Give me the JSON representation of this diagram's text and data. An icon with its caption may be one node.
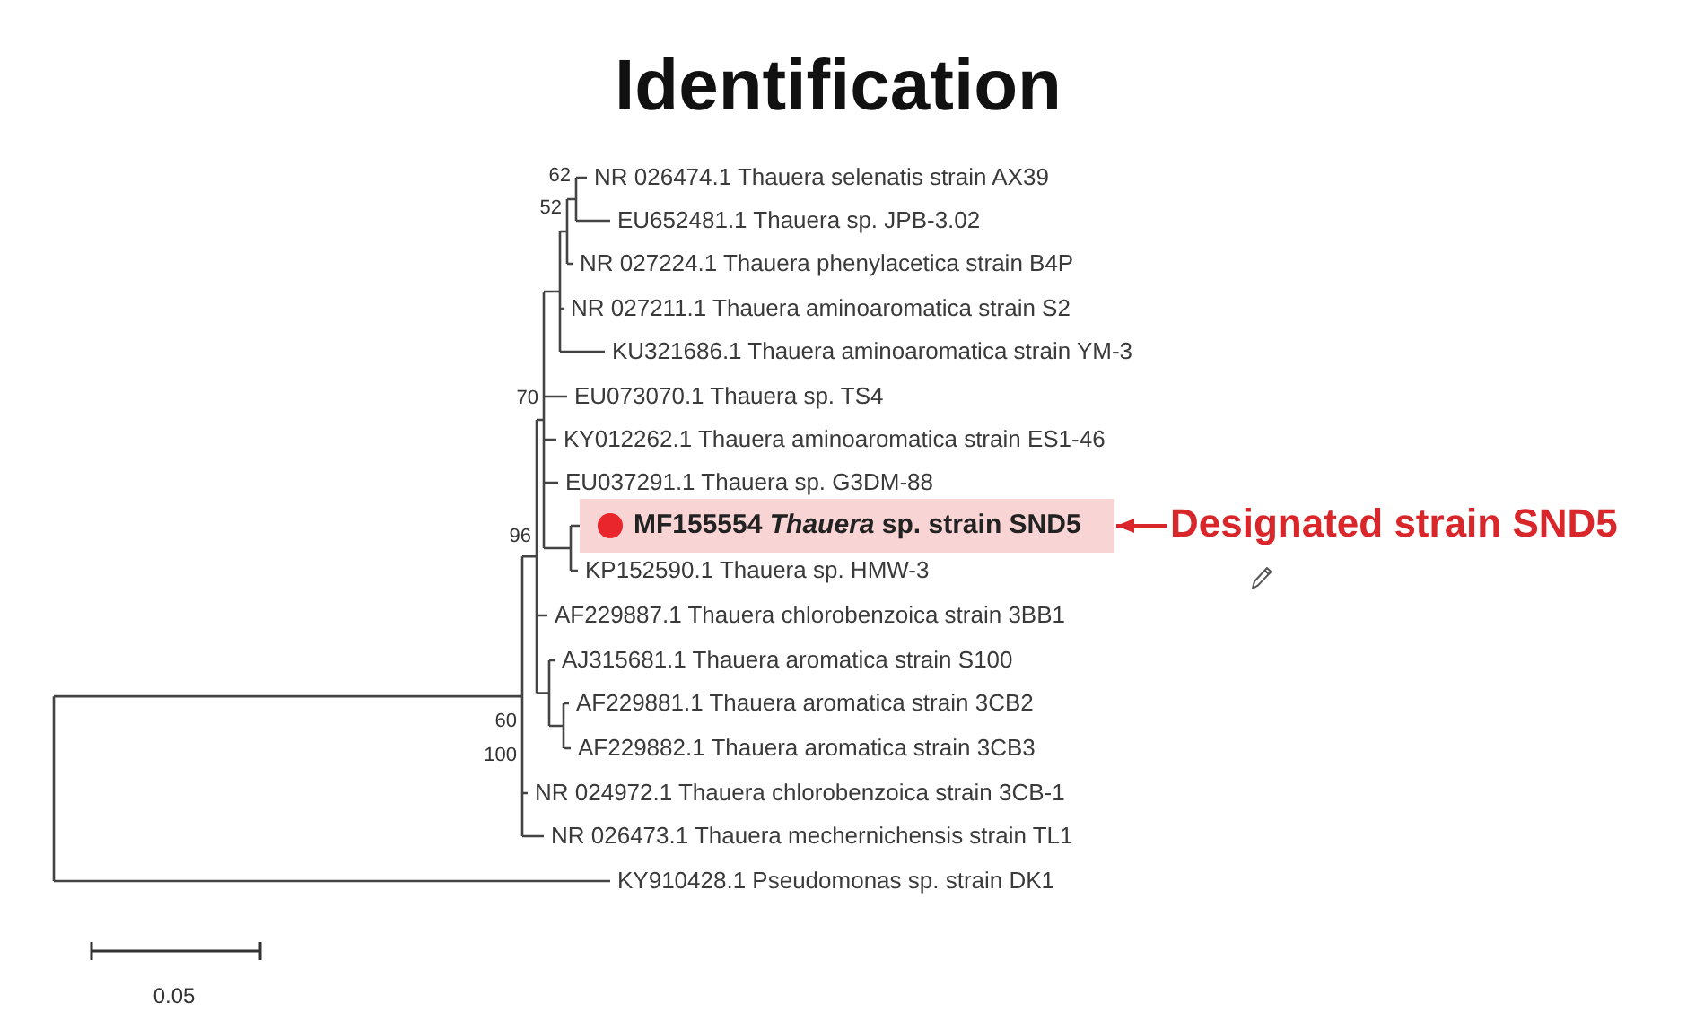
{
  "diagram": {
    "title": "Identification",
    "nodes": [
      {
        "text": [
          "MF155554 *Thauera* sp. strain SND5"
        ]
      },
      {
        "text": [
          "Designated strain SND5"
        ]
      }
    ],
    "edges": [
      {
        "from": 1,
        "to": 0,
        "arrow": "to"
      }
    ],
    "labels": [
      "62",
      "NR 026474.1 Thauera selenatis strain AX39",
      "52",
      "EU652481.1 Thauera sp. JPB-3.02",
      "NR 027224.1 Thauera phenylacetica strain B4P",
      "NR 027211.1 Thauera aminoaromatica strain S2",
      "KU321686.1 Thauera aminoaromatica strain YM-3",
      "70",
      "EU073070.1 Thauera sp. TS4",
      "KY012262.1 Thauera aminoaromatica strain ES1-46",
      "EU037291.1 Thauera sp. G3DM-88",
      "96",
      "KP152590.1 Thauera sp. HMW-3",
      "AF229887.1 Thauera chlorobenzoica strain 3BB1",
      "AJ315681.1 Thauera aromatica strain S100",
      "AF229881.1 Thauera aromatica strain 3CB2",
      "60",
      "AF229882.1 Thauera aromatica strain 3CB3",
      "100",
      "NR 024972.1 Thauera chlorobenzoica strain 3CB-1",
      "NR 026473.1 Thauera mechernichensis strain TL1",
      "KY910428.1 Pseudomonas sp. strain DK1",
      "0.05"
    ]
  }
}
